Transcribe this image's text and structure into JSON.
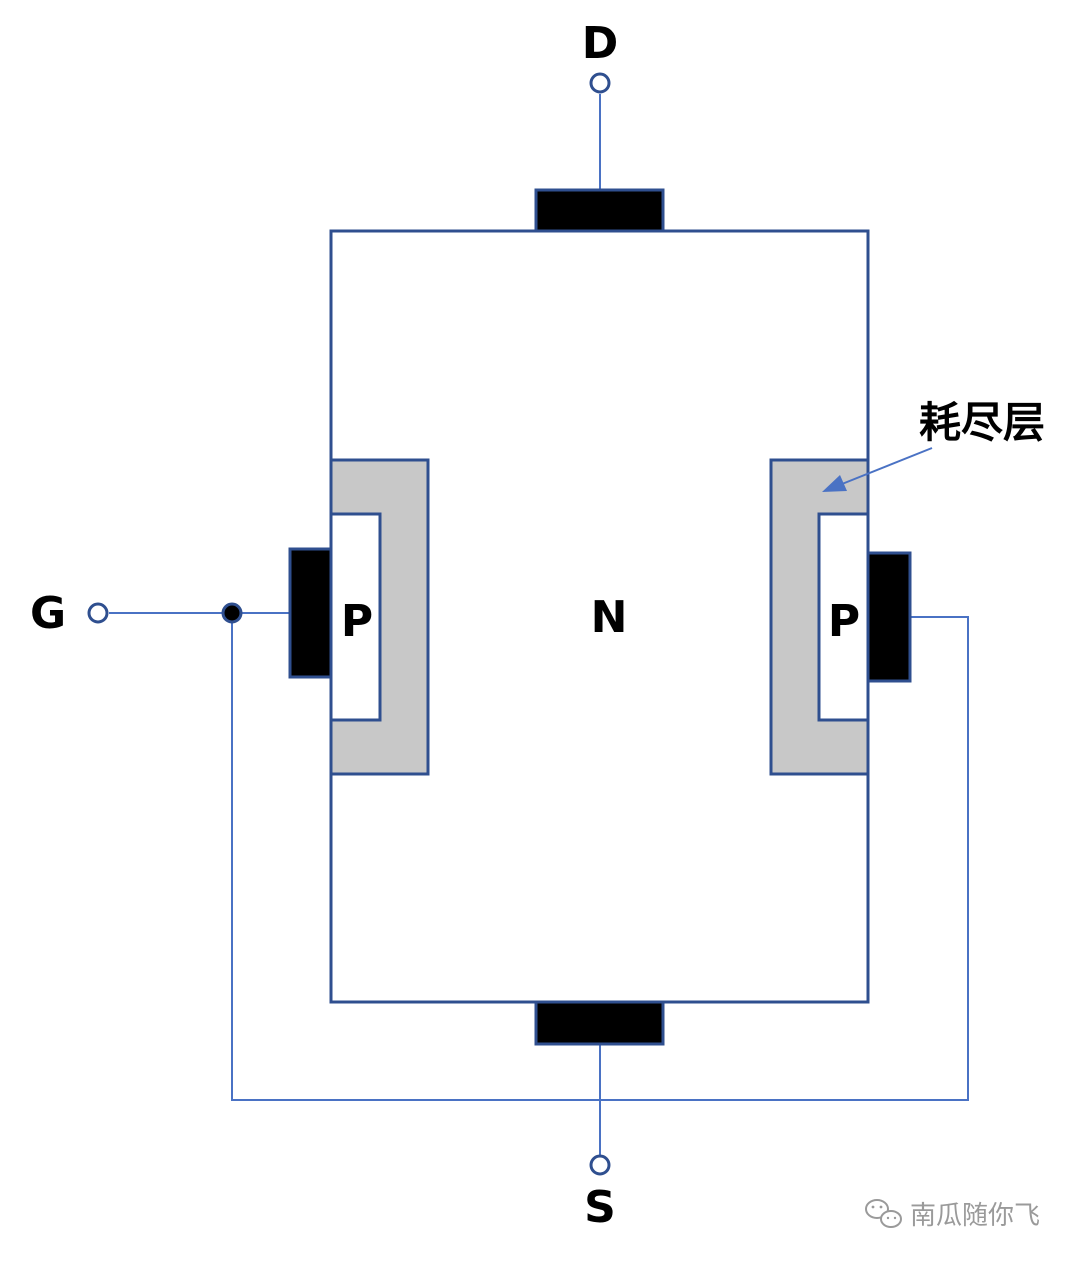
{
  "terminals": {
    "drain": "D",
    "gate": "G",
    "source": "S"
  },
  "regions": {
    "channel": "N",
    "left_gate": "P",
    "right_gate": "P"
  },
  "annotation": {
    "depletion_layer": "耗尽层"
  },
  "watermark": {
    "text": "南瓜随你飞"
  },
  "colors": {
    "outline": "#2f4f8f",
    "wire": "#4a72c4",
    "depletion": "#c8c8c8",
    "electrode": "#000000"
  }
}
